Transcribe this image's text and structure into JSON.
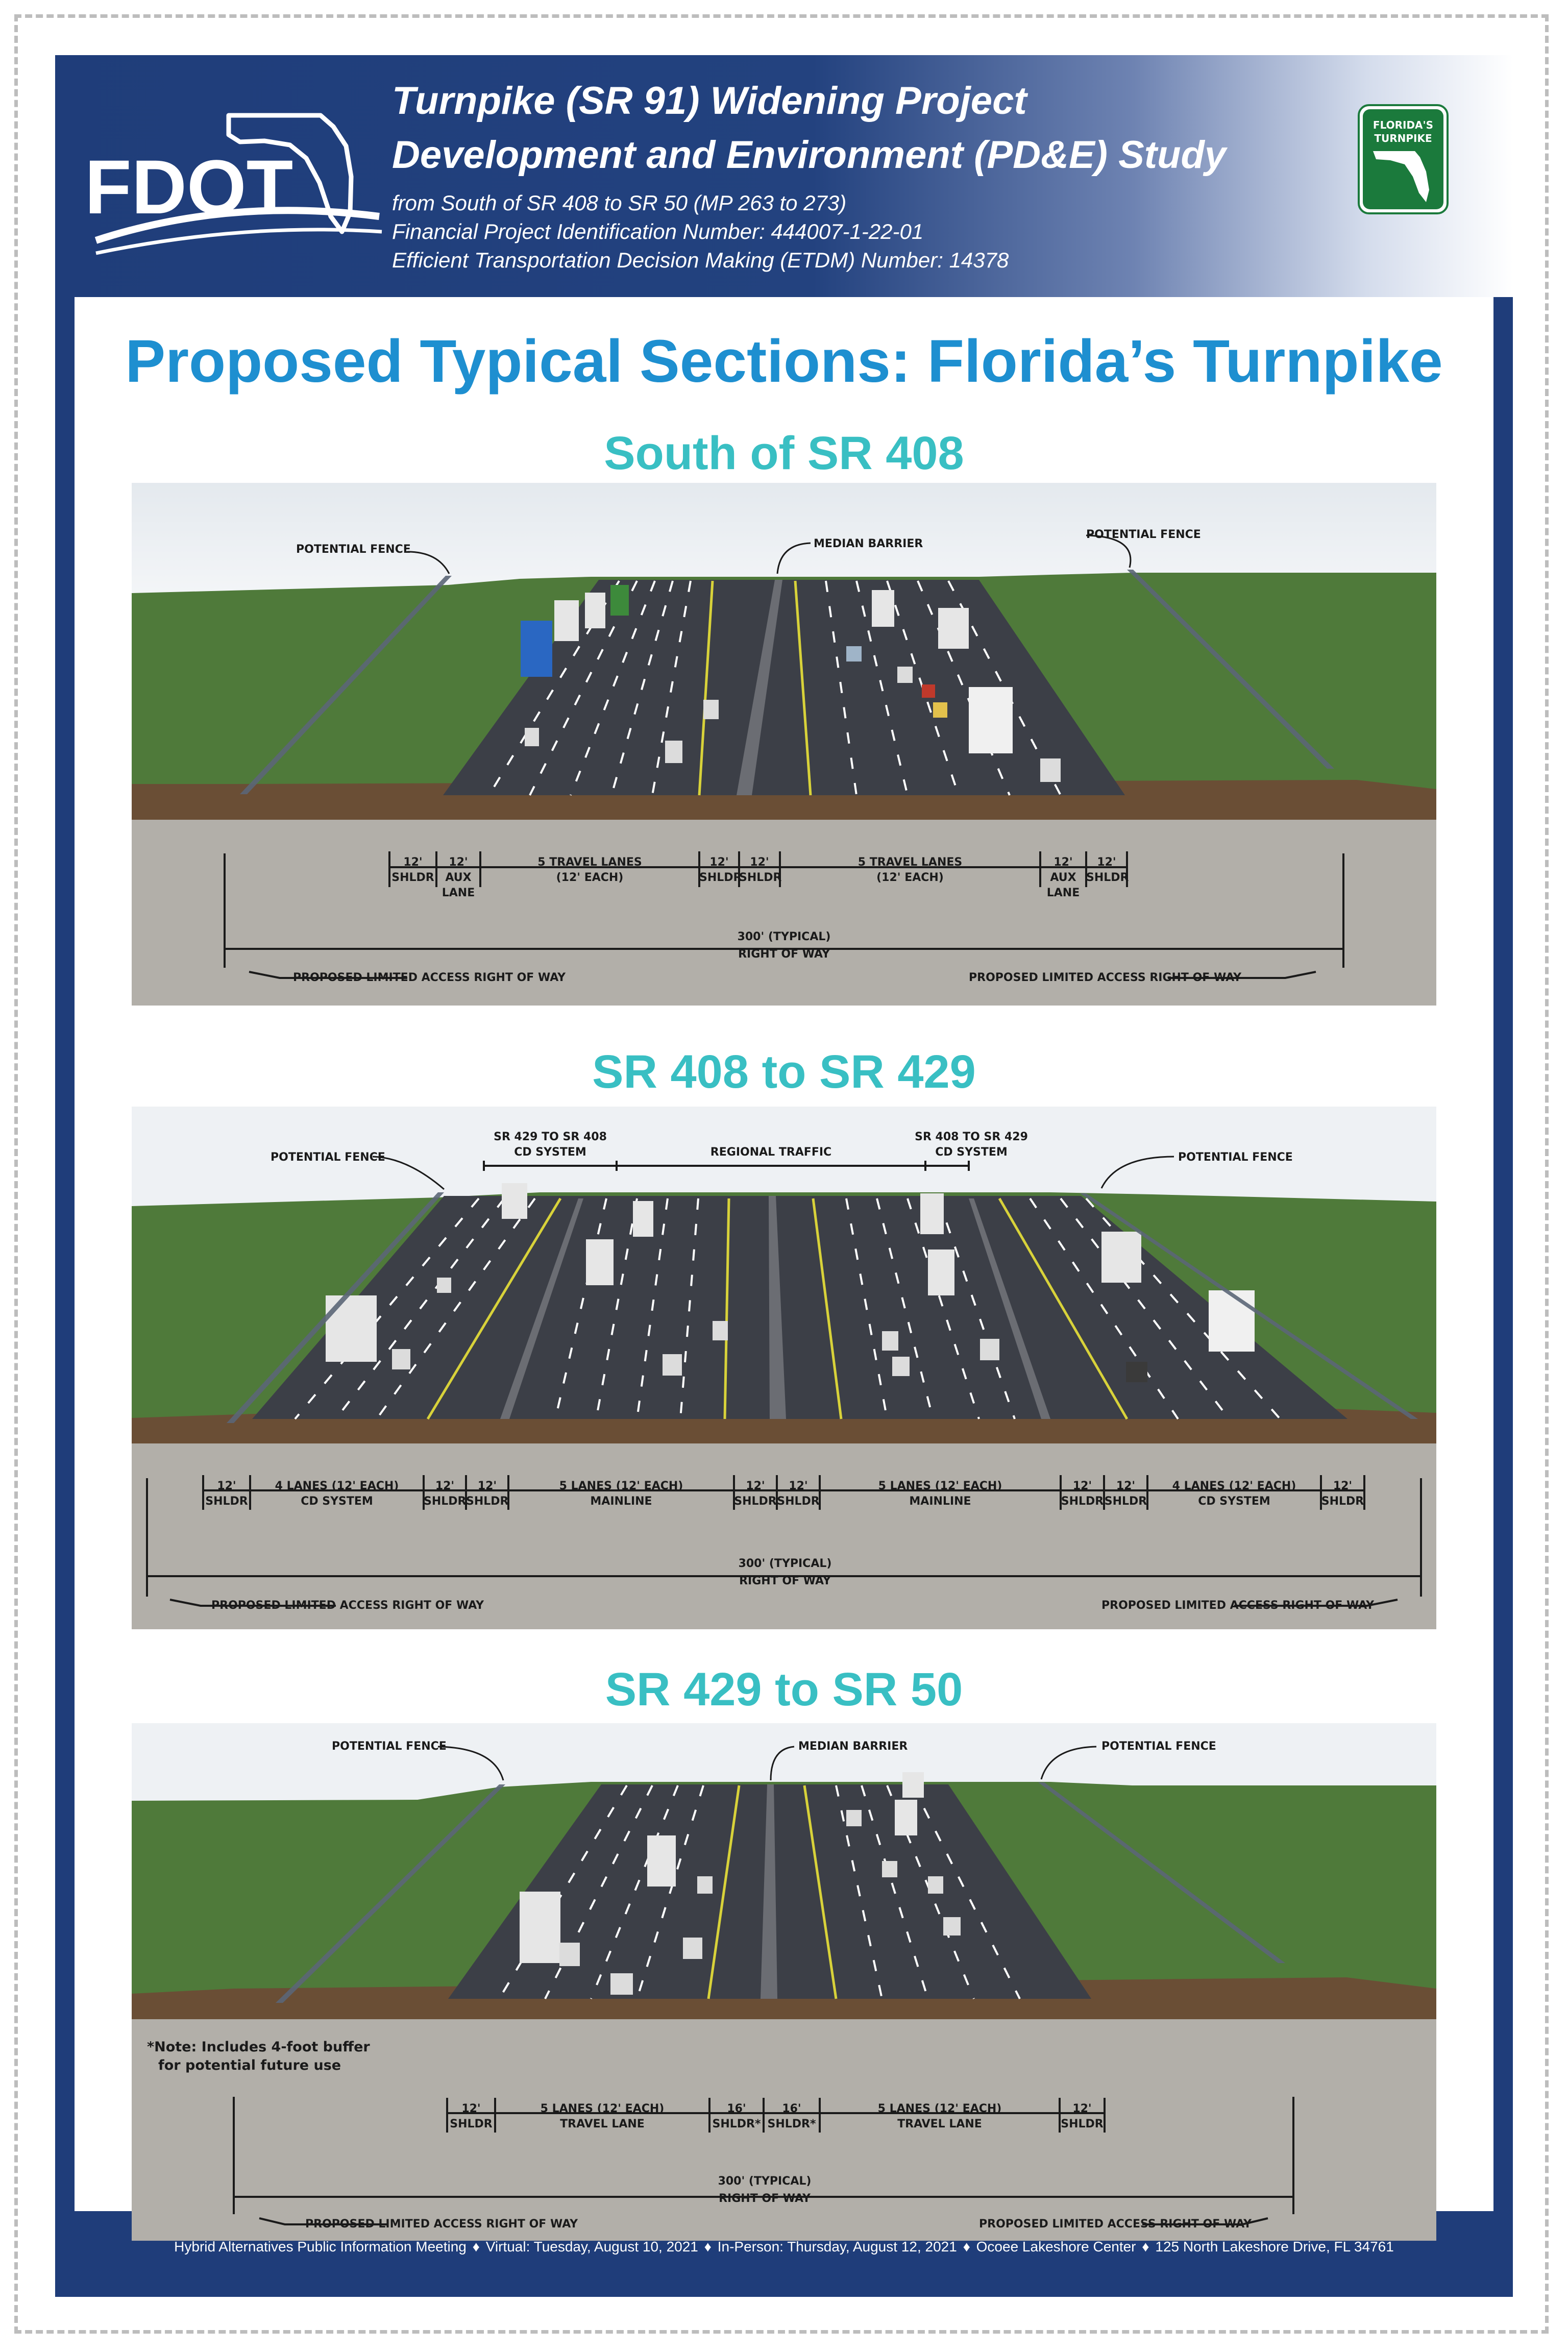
{
  "header": {
    "logo_text": "FDOT",
    "title_line1": "Turnpike (SR 91) Widening Project",
    "title_line2": "Development and Environment (PD&E) Study",
    "sub_line1": "from South of SR 408 to SR 50 (MP 263 to 273)",
    "sub_line2": "Financial Project Identification Number: 444007-1-22-01",
    "sub_line3": "Efficient Transportation Decision Making (ETDM) Number: 14378",
    "shield_line1": "FLORIDA'S",
    "shield_line2": "TURNPIKE"
  },
  "main_title": "Proposed Typical Sections: Florida’s Turnpike",
  "sections": [
    {
      "title": "South of SR 408",
      "callouts": {
        "fence_left": "POTENTIAL FENCE",
        "median": "MEDIAN BARRIER",
        "fence_right": "POTENTIAL FENCE"
      },
      "dims": [
        {
          "top": "12'",
          "bottom": "SHLDR"
        },
        {
          "top": "12'",
          "bottom": "AUX",
          "bottom2": "LANE"
        },
        {
          "top": "5 TRAVEL LANES",
          "bottom": "(12' EACH)"
        },
        {
          "top": "12'",
          "bottom": "SHLDR"
        },
        {
          "top": "12'",
          "bottom": "SHLDR"
        },
        {
          "top": "5 TRAVEL LANES",
          "bottom": "(12' EACH)"
        },
        {
          "top": "12'",
          "bottom": "AUX",
          "bottom2": "LANE"
        },
        {
          "top": "12'",
          "bottom": "SHLDR"
        }
      ],
      "row": {
        "line1": "300' (TYPICAL)",
        "line2": "RIGHT OF WAY"
      },
      "row_left": "PROPOSED LIMITED ACCESS RIGHT OF WAY",
      "row_right": "PROPOSED LIMITED ACCESS RIGHT OF WAY"
    },
    {
      "title": "SR 408 to SR 429",
      "callouts": {
        "fence_left": "POTENTIAL FENCE",
        "cd_left1": "SR 429 TO SR 408",
        "cd_left2": "CD SYSTEM",
        "regional": "REGIONAL TRAFFIC",
        "cd_right1": "SR 408 TO SR 429",
        "cd_right2": "CD SYSTEM",
        "fence_right": "POTENTIAL FENCE"
      },
      "dims": [
        {
          "top": "12'",
          "bottom": "SHLDR"
        },
        {
          "top": "4 LANES (12' EACH)",
          "bottom": "CD SYSTEM"
        },
        {
          "top": "12'",
          "bottom": "SHLDR"
        },
        {
          "top": "12'",
          "bottom": "SHLDR"
        },
        {
          "top": "5 LANES (12' EACH)",
          "bottom": "MAINLINE"
        },
        {
          "top": "12'",
          "bottom": "SHLDR"
        },
        {
          "top": "12'",
          "bottom": "SHLDR"
        },
        {
          "top": "5 LANES (12' EACH)",
          "bottom": "MAINLINE"
        },
        {
          "top": "12'",
          "bottom": "SHLDR"
        },
        {
          "top": "12'",
          "bottom": "SHLDR"
        },
        {
          "top": "4 LANES (12' EACH)",
          "bottom": "CD SYSTEM"
        },
        {
          "top": "12'",
          "bottom": "SHLDR"
        }
      ],
      "row": {
        "line1": "300' (TYPICAL)",
        "line2": "RIGHT OF WAY"
      },
      "row_left": "PROPOSED LIMITED ACCESS RIGHT OF WAY",
      "row_right": "PROPOSED LIMITED ACCESS RIGHT OF WAY"
    },
    {
      "title": "SR 429 to SR 50",
      "callouts": {
        "fence_left": "POTENTIAL FENCE",
        "median": "MEDIAN BARRIER",
        "fence_right": "POTENTIAL FENCE"
      },
      "note_line1": "*Note: Includes 4-foot buffer",
      "note_line2": "for potential future use",
      "dims": [
        {
          "top": "12'",
          "bottom": "SHLDR"
        },
        {
          "top": "5 LANES (12' EACH)",
          "bottom": "TRAVEL LANE"
        },
        {
          "top": "16'",
          "bottom": "SHLDR*"
        },
        {
          "top": "16'",
          "bottom": "SHLDR*"
        },
        {
          "top": "5 LANES (12' EACH)",
          "bottom": "TRAVEL LANE"
        },
        {
          "top": "12'",
          "bottom": "SHLDR"
        }
      ],
      "row": {
        "line1": "300' (TYPICAL)",
        "line2": "RIGHT OF WAY"
      },
      "row_left": "PROPOSED LIMITED ACCESS RIGHT OF WAY",
      "row_right": "PROPOSED LIMITED ACCESS RIGHT OF WAY"
    }
  ],
  "footer": {
    "items": [
      "Hybrid Alternatives Public Information Meeting",
      "Virtual: Tuesday, August 10, 2021",
      "In-Person: Thursday, August 12, 2021",
      "Ocoee Lakeshore Center",
      "125 North Lakeshore Drive, FL 34761"
    ],
    "separator": "♦"
  },
  "colors": {
    "navy": "#1f3d7a",
    "title_blue": "#1e8fd0",
    "section_teal": "#39bfc3",
    "grass": "#4f7a3a",
    "pavement": "#3c3f47",
    "lane_yellow": "#d8d23a",
    "ground": "#b2afa9"
  }
}
